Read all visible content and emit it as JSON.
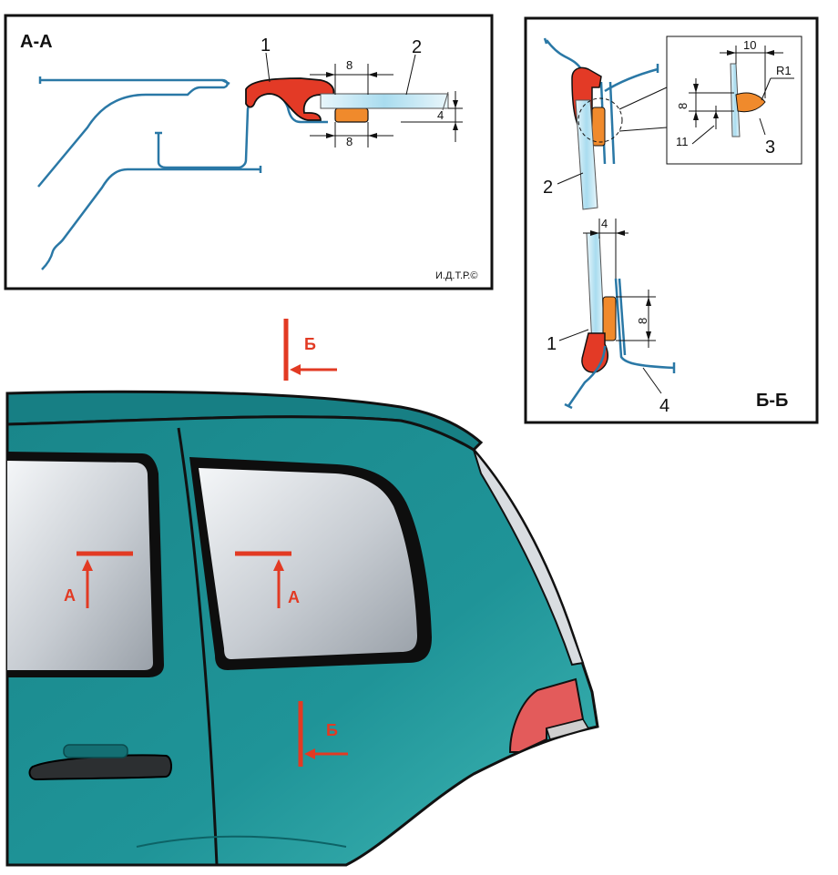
{
  "panels": {
    "section_aa": {
      "title": "А-А",
      "callouts": [
        "1",
        "2"
      ],
      "dims": [
        "8",
        "8",
        "4"
      ],
      "signature": "И.Д.Т.Р.©"
    },
    "section_bb": {
      "title": "Б-Б",
      "callouts": [
        "2",
        "3",
        "1",
        "4"
      ],
      "detail_dims": [
        "10",
        "R1",
        "8",
        "11"
      ],
      "dims": [
        "4",
        "8"
      ]
    }
  },
  "car_markers": {
    "b_top": "Б",
    "a_left": "А",
    "a_right": "А",
    "b_door": "Б"
  },
  "colors": {
    "body": "#1f8f93",
    "seal": "#e33a26",
    "glue": "#f08a2c",
    "glass": "#bfe6f3",
    "line": "#2a78a6",
    "marker": "#e23a23"
  }
}
